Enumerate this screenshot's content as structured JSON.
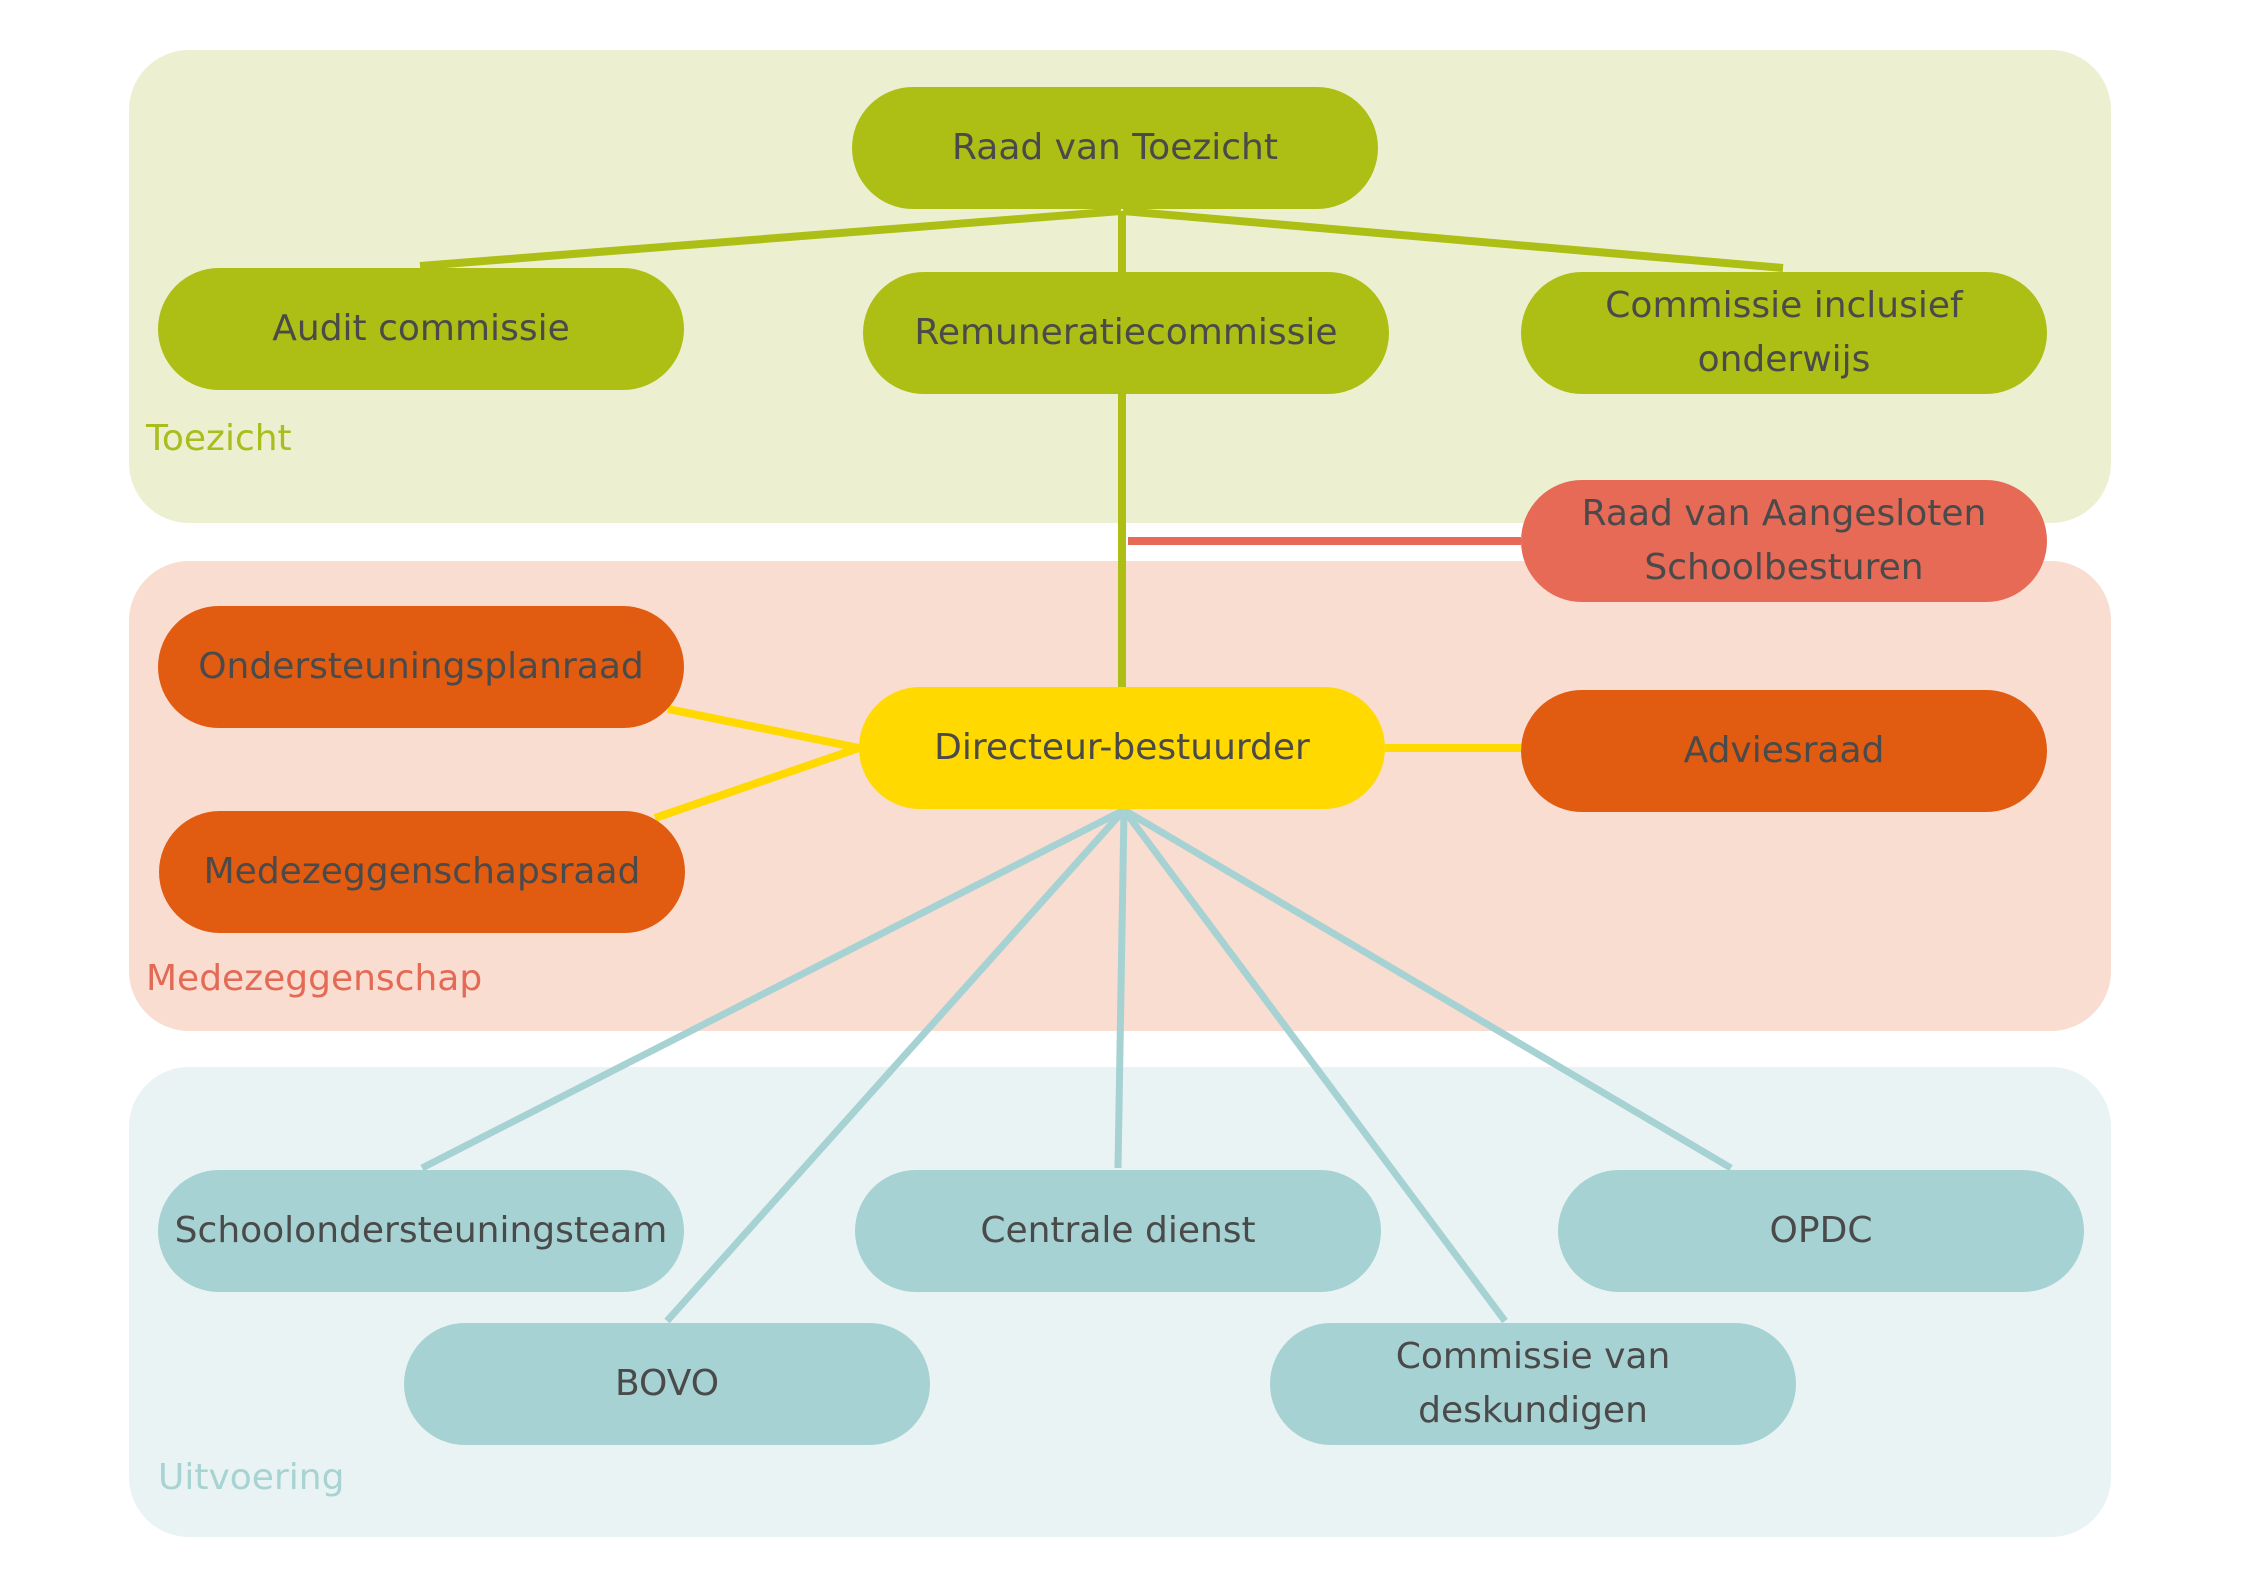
{
  "panels": {
    "toezicht": "Toezicht",
    "medezeggenschap": "Medezeggenschap",
    "uitvoering": "Uitvoering"
  },
  "nodes": {
    "raad_van_toezicht": "Raad van Toezicht",
    "audit_commissie": "Audit commissie",
    "remuneratiecommissie": "Remuneratiecommissie",
    "commissie_inclusief_onderwijs": [
      "Commissie inclusief",
      "onderwijs"
    ],
    "raad_aangesloten": [
      "Raad van Aangesloten",
      "Schoolbesturen"
    ],
    "ondersteuningsplanraad": "Ondersteuningsplanraad",
    "directeur_bestuurder": "Directeur-bestuurder",
    "adviesraad": "Adviesraad",
    "medezeggenschapsraad": "Medezeggenschapsraad",
    "schoolondersteuningsteam": "Schoolondersteuningsteam",
    "centrale_dienst": "Centrale dienst",
    "opdc": "OPDC",
    "bovo": "BOVO",
    "commissie_deskundigen": [
      "Commissie van",
      "deskundigen"
    ]
  },
  "colors": {
    "toezicht": "#adbe14",
    "medezeggenschap_node": "#e15b11",
    "raad_aangesloten": "#e66a56",
    "directeur": "#ffd900",
    "uitvoering": "#a6d2d3"
  }
}
